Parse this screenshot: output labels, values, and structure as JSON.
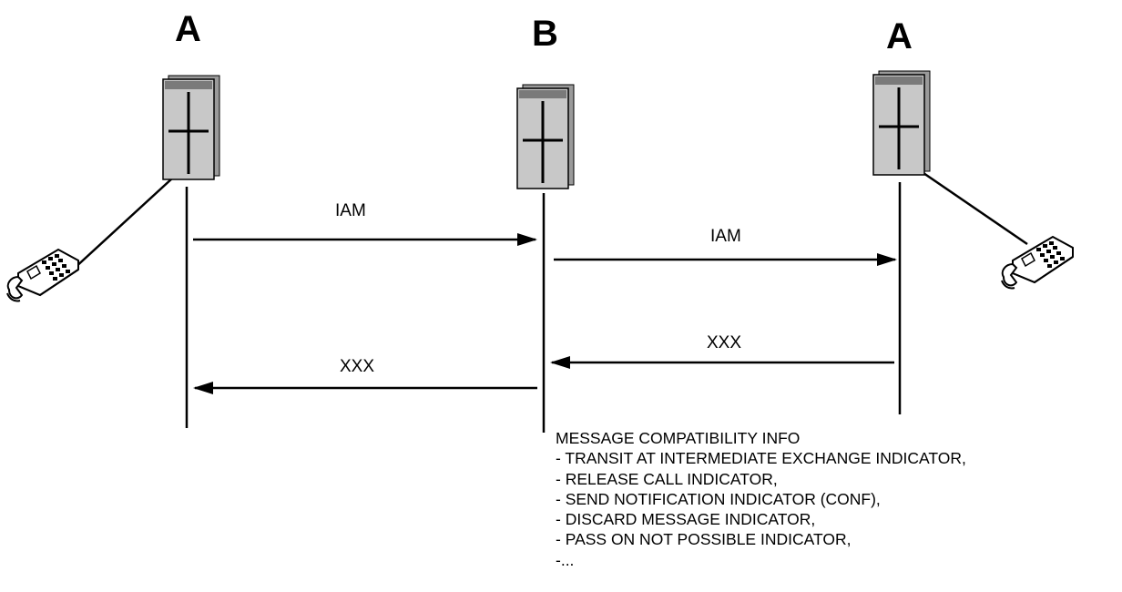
{
  "nodes": [
    {
      "id": "left",
      "label": "A"
    },
    {
      "id": "middle",
      "label": "B"
    },
    {
      "id": "right",
      "label": "A"
    }
  ],
  "messages": [
    {
      "label": "IAM",
      "from": "left",
      "to": "middle"
    },
    {
      "label": "IAM",
      "from": "middle",
      "to": "right"
    },
    {
      "label": "XXX",
      "from": "right",
      "to": "middle"
    },
    {
      "label": "XXX",
      "from": "middle",
      "to": "left"
    }
  ],
  "info": {
    "title": "MESSAGE COMPATIBILITY INFO",
    "items": [
      "- TRANSIT AT INTERMEDIATE EXCHANGE INDICATOR,",
      "- RELEASE CALL INDICATOR,",
      "- SEND NOTIFICATION INDICATOR (CONF),",
      "- DISCARD MESSAGE INDICATOR,",
      "- PASS ON NOT POSSIBLE INDICATOR,",
      "-..."
    ]
  },
  "icons": {
    "exchange": "telephone-exchange-icon",
    "telephone": "telephone-icon"
  }
}
